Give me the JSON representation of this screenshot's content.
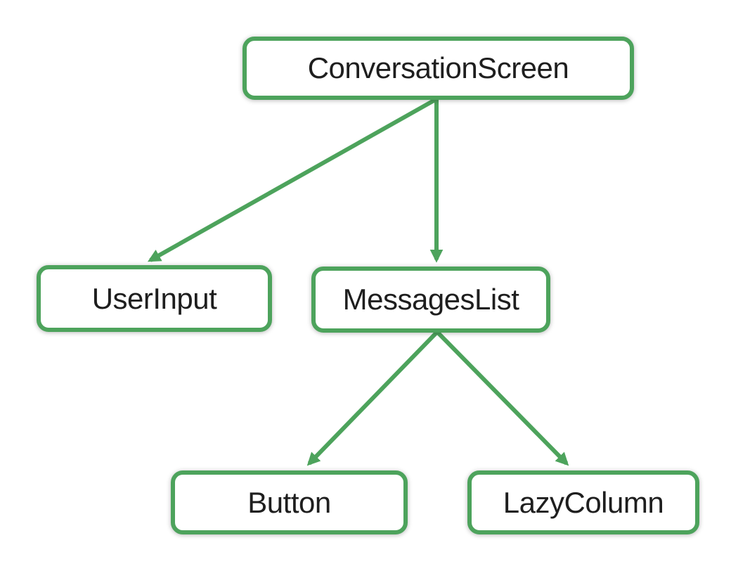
{
  "diagram": {
    "type": "tree",
    "colors": {
      "accent": "#4DA35C",
      "text": "#1E1E1E",
      "background": "#FFFFFF",
      "node_fill": "#FFFFFF"
    },
    "nodes": [
      {
        "id": "conversation-screen",
        "label": "ConversationScreen"
      },
      {
        "id": "user-input",
        "label": "UserInput"
      },
      {
        "id": "messages-list",
        "label": "MessagesList"
      },
      {
        "id": "button",
        "label": "Button"
      },
      {
        "id": "lazy-column",
        "label": "LazyColumn"
      }
    ],
    "edges": [
      {
        "from": "ConversationScreen",
        "to": "UserInput"
      },
      {
        "from": "ConversationScreen",
        "to": "MessagesList"
      },
      {
        "from": "MessagesList",
        "to": "Button"
      },
      {
        "from": "MessagesList",
        "to": "LazyColumn"
      }
    ]
  }
}
